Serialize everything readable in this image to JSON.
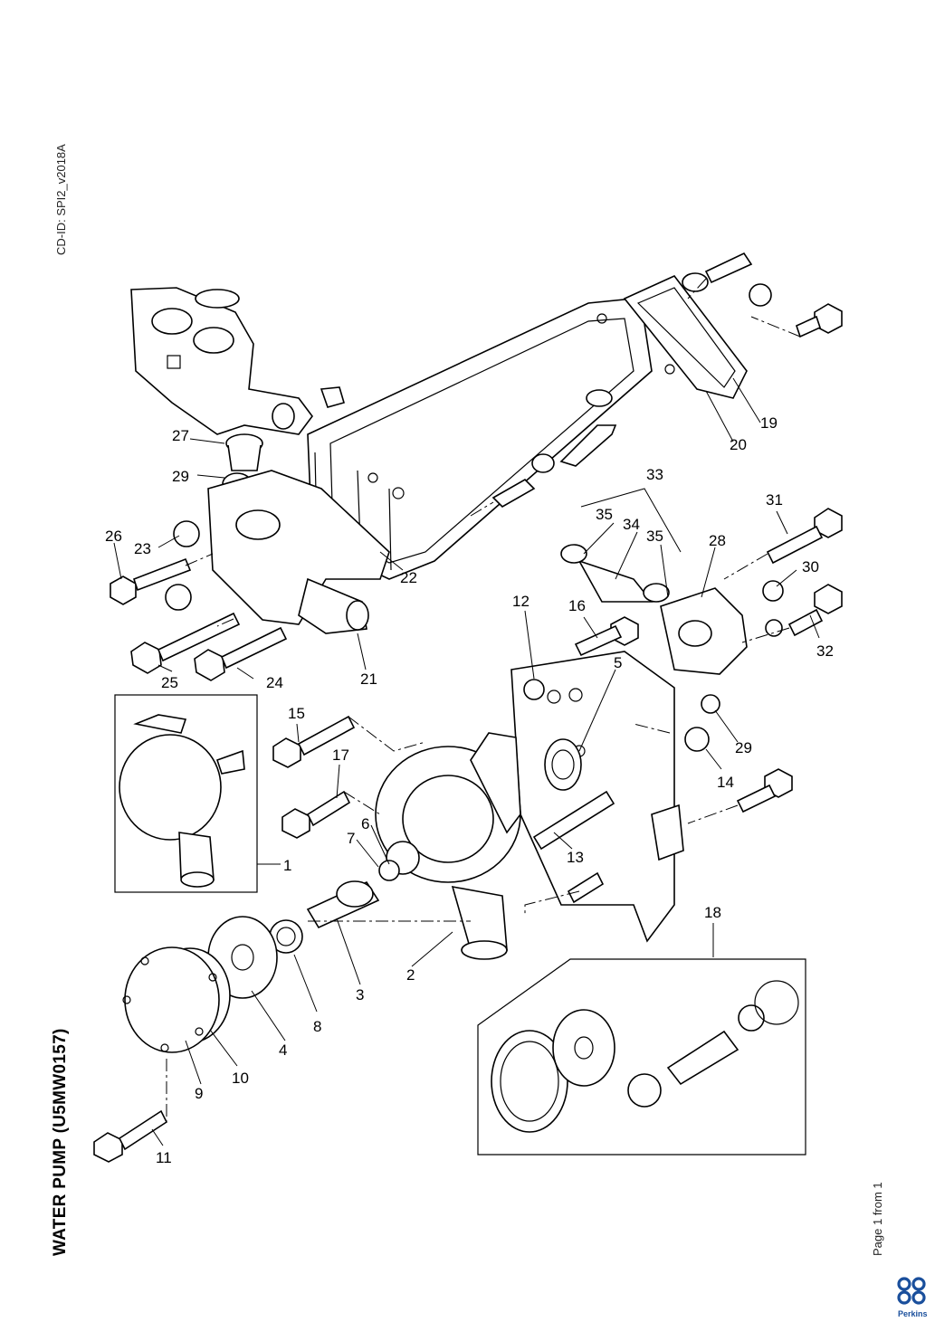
{
  "sheet": {
    "cd_id": "CD-ID: SPI2_v2018A",
    "title": "WATER PUMP (U5MW0157)",
    "page_info": "Page 1 from 1",
    "brand": "Perkins",
    "brand_color": "#1a4f9c"
  },
  "callouts": {
    "c1": "1",
    "c2": "2",
    "c3": "3",
    "c4": "4",
    "c5": "5",
    "c6": "6",
    "c7": "7",
    "c8": "8",
    "c9": "9",
    "c10": "10",
    "c11": "11",
    "c12": "12",
    "c13": "13",
    "c14": "14",
    "c15": "15",
    "c16": "16",
    "c17": "17",
    "c18": "18",
    "c19": "19",
    "c20": "20",
    "c21": "21",
    "c22": "22",
    "c23": "23",
    "c24": "24",
    "c25": "25",
    "c26": "26",
    "c27": "27",
    "c28": "28",
    "c29a": "29",
    "c29b": "29",
    "c30": "30",
    "c31": "31",
    "c32": "32",
    "c33": "33",
    "c34": "34",
    "c35a": "35",
    "c35b": "35"
  }
}
